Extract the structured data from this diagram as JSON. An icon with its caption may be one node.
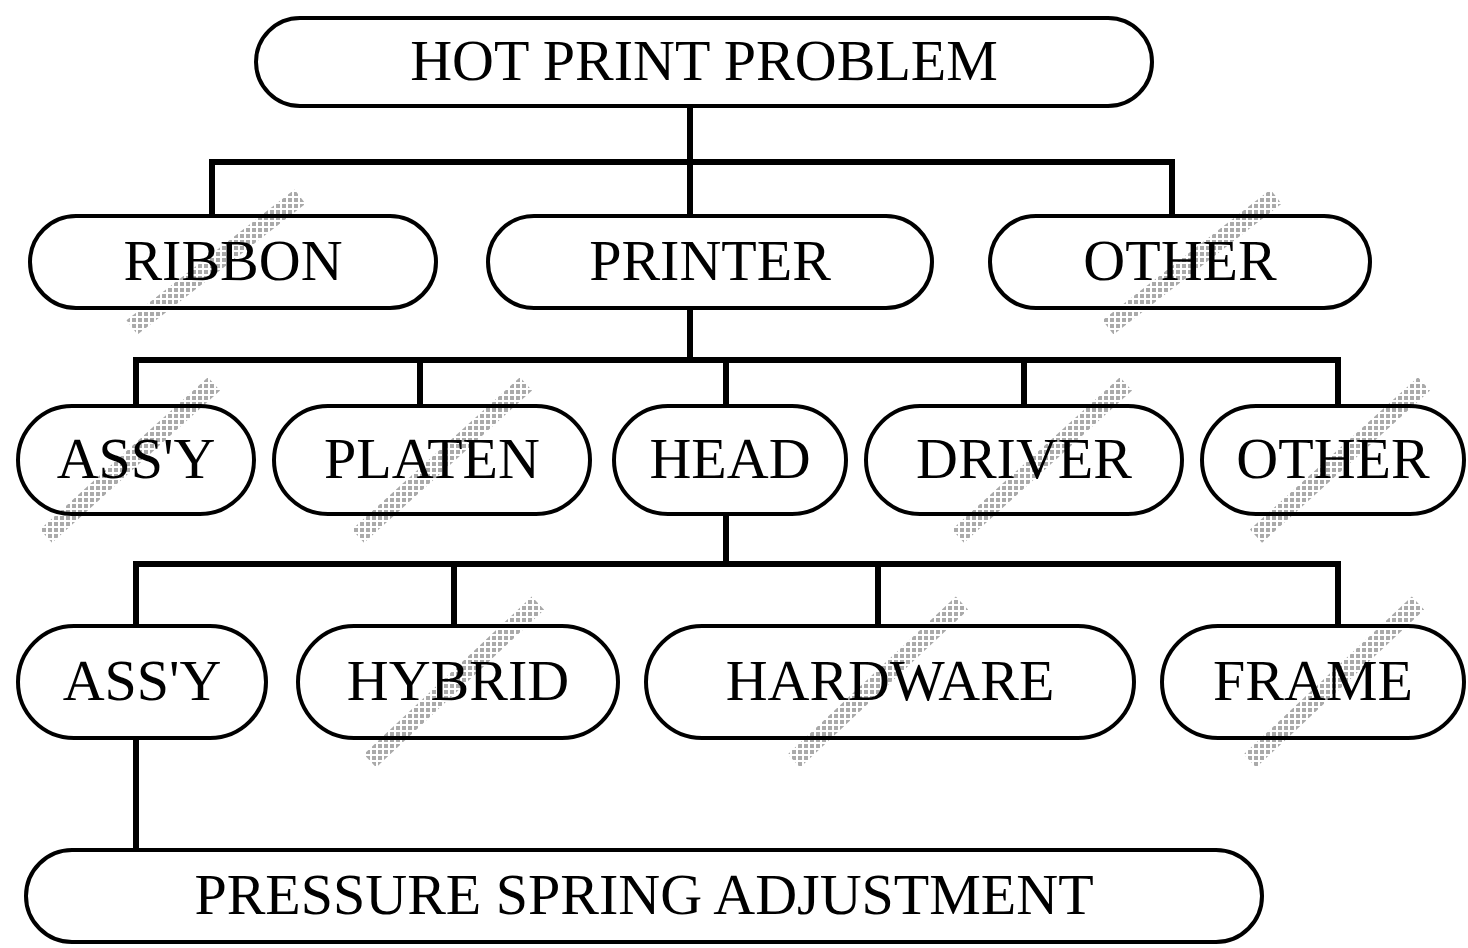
{
  "diagram": {
    "nodes": [
      {
        "text": [
          "HOT PRINT PROBLEM"
        ]
      },
      {
        "text": [
          "RIBBON"
        ]
      },
      {
        "text": [
          "PRINTER"
        ]
      },
      {
        "text": [
          "OTHER"
        ]
      },
      {
        "text": [
          "ASS'Y"
        ]
      },
      {
        "text": [
          "PLATEN"
        ]
      },
      {
        "text": [
          "HEAD"
        ]
      },
      {
        "text": [
          "DRIVER"
        ]
      },
      {
        "text": [
          "OTHER"
        ]
      },
      {
        "text": [
          "ASS'Y"
        ]
      },
      {
        "text": [
          "HYBRID"
        ]
      },
      {
        "text": [
          "HARDWARE"
        ]
      },
      {
        "text": [
          "FRAME"
        ]
      },
      {
        "text": [
          "PRESSURE SPRING ADJUSTMENT"
        ]
      }
    ],
    "edges": [
      {
        "from": 0,
        "to": 1,
        "arrow": "none"
      },
      {
        "from": 0,
        "to": 2,
        "arrow": "none"
      },
      {
        "from": 0,
        "to": 3,
        "arrow": "none"
      },
      {
        "from": 2,
        "to": 4,
        "arrow": "none"
      },
      {
        "from": 2,
        "to": 5,
        "arrow": "none"
      },
      {
        "from": 2,
        "to": 6,
        "arrow": "none"
      },
      {
        "from": 2,
        "to": 7,
        "arrow": "none"
      },
      {
        "from": 2,
        "to": 8,
        "arrow": "none"
      },
      {
        "from": 6,
        "to": 9,
        "arrow": "none"
      },
      {
        "from": 6,
        "to": 10,
        "arrow": "none"
      },
      {
        "from": 6,
        "to": 11,
        "arrow": "none"
      },
      {
        "from": 6,
        "to": 12,
        "arrow": "none"
      },
      {
        "from": 9,
        "to": 13,
        "arrow": "none"
      }
    ]
  }
}
